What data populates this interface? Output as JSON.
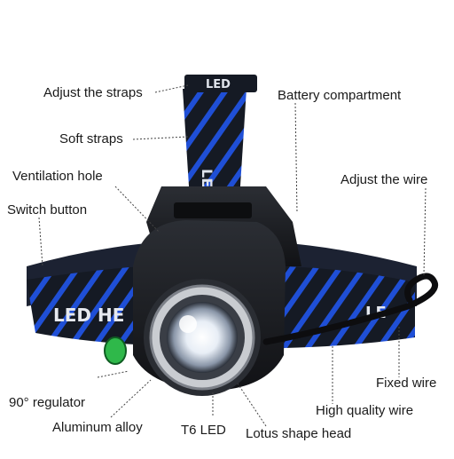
{
  "labels": {
    "adjust_straps": "Adjust the straps",
    "battery_compartment": "Battery compartment",
    "soft_straps": "Soft straps",
    "ventilation_hole": "Ventilation hole",
    "adjust_wire": "Adjust the wire",
    "switch_button": "Switch button",
    "fixed_wire": "Fixed wire",
    "regulator": "90° regulator",
    "high_quality_wire": "High quality wire",
    "aluminum_alloy": "Aluminum alloy",
    "t6_led": "T6 LED",
    "lotus_head": "Lotus shape head"
  },
  "strap_prints": {
    "top_strap": "LED",
    "top_strap_lower": "LE",
    "side_strap_left": "LED HE",
    "side_strap_right": "LE"
  },
  "colors": {
    "strap_blue": "#1f4fd6",
    "strap_dark": "#151a24",
    "body_black": "#1b1d21",
    "bezel_silver": "#c9ccd1",
    "switch_green": "#2fb84a",
    "leader_line": "#444444"
  }
}
